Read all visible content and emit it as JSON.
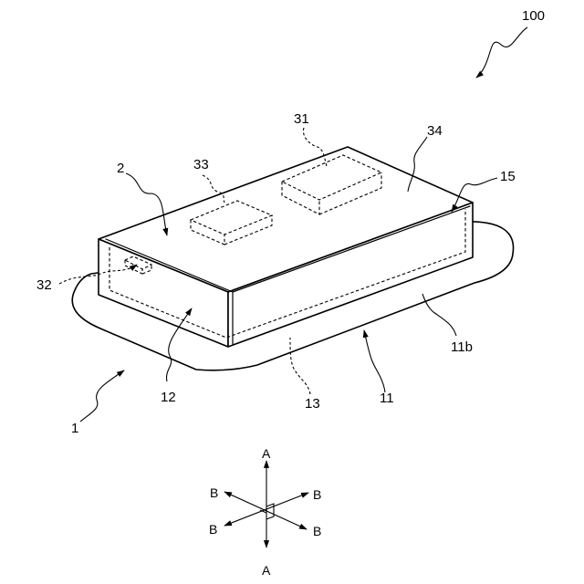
{
  "figure": {
    "labels": {
      "device": "100",
      "module": "1",
      "board_outline_inner": "2",
      "component_upper": "31",
      "terminal_hidden": "32",
      "component_lower": "33",
      "top_surface": "34",
      "edge_15": "15",
      "board_11b": "11b",
      "side_12": "12",
      "hidden_13": "13",
      "board_11": "11"
    },
    "axes": {
      "vertical_top": "A",
      "vertical_bottom": "A",
      "diag_upper_left": "B",
      "diag_upper_right": "B",
      "diag_lower_left": "B",
      "diag_lower_right": "B"
    }
  }
}
